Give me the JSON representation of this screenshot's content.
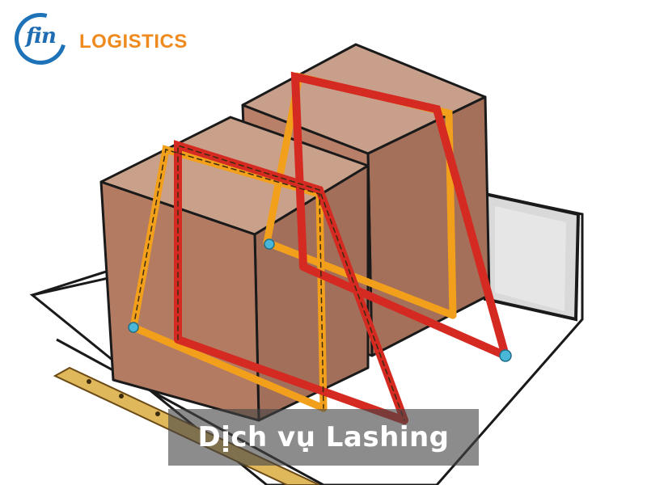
{
  "brand": {
    "logo_mark": "fin",
    "name": "LOGISTICS",
    "accent_blue": "#1e6db3",
    "accent_orange": "#ef8a1f"
  },
  "caption": "Dịch vụ Lashing",
  "illustration": {
    "subject": "two cargo boxes secured with lashing straps on a truck bed",
    "colors": {
      "box": "#b07d66",
      "strap_red": "#d42a22",
      "strap_orange": "#f2a01c",
      "hook": "#4bb7d8"
    }
  }
}
